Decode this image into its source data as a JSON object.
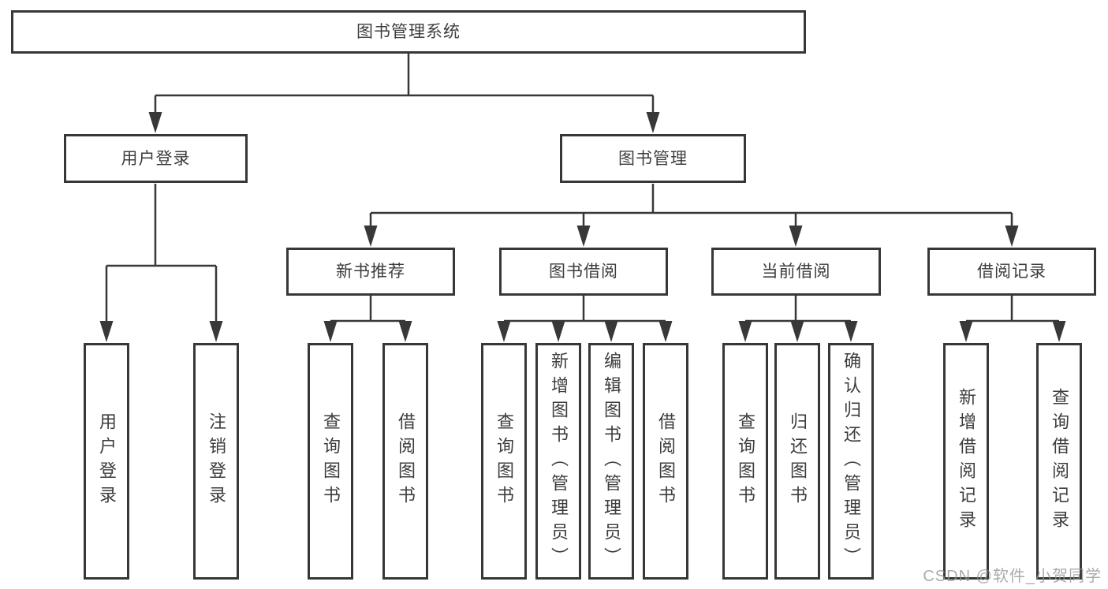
{
  "diagram": {
    "root": "图书管理系统",
    "level2": [
      "用户登录",
      "图书管理"
    ],
    "level3": [
      "新书推荐",
      "图书借阅",
      "当前借阅",
      "借阅记录"
    ],
    "leaves": {
      "login": [
        "用户登录",
        "注销登录"
      ],
      "recommend": [
        "查询图书",
        "借阅图书"
      ],
      "borrow": [
        "查询图书",
        "新增图书（管理员）",
        "编辑图书（管理员）",
        "借阅图书"
      ],
      "current": [
        "查询图书",
        "归还图书",
        "确认归还（管理员）"
      ],
      "records": [
        "新增借阅记录",
        "查询借阅记录"
      ]
    }
  },
  "colors": {
    "line": "#383838",
    "box_border": "#373737",
    "text": "#3d3d3d",
    "watermark": "#949494"
  },
  "watermark": "CSDN @软件_小贺同学"
}
